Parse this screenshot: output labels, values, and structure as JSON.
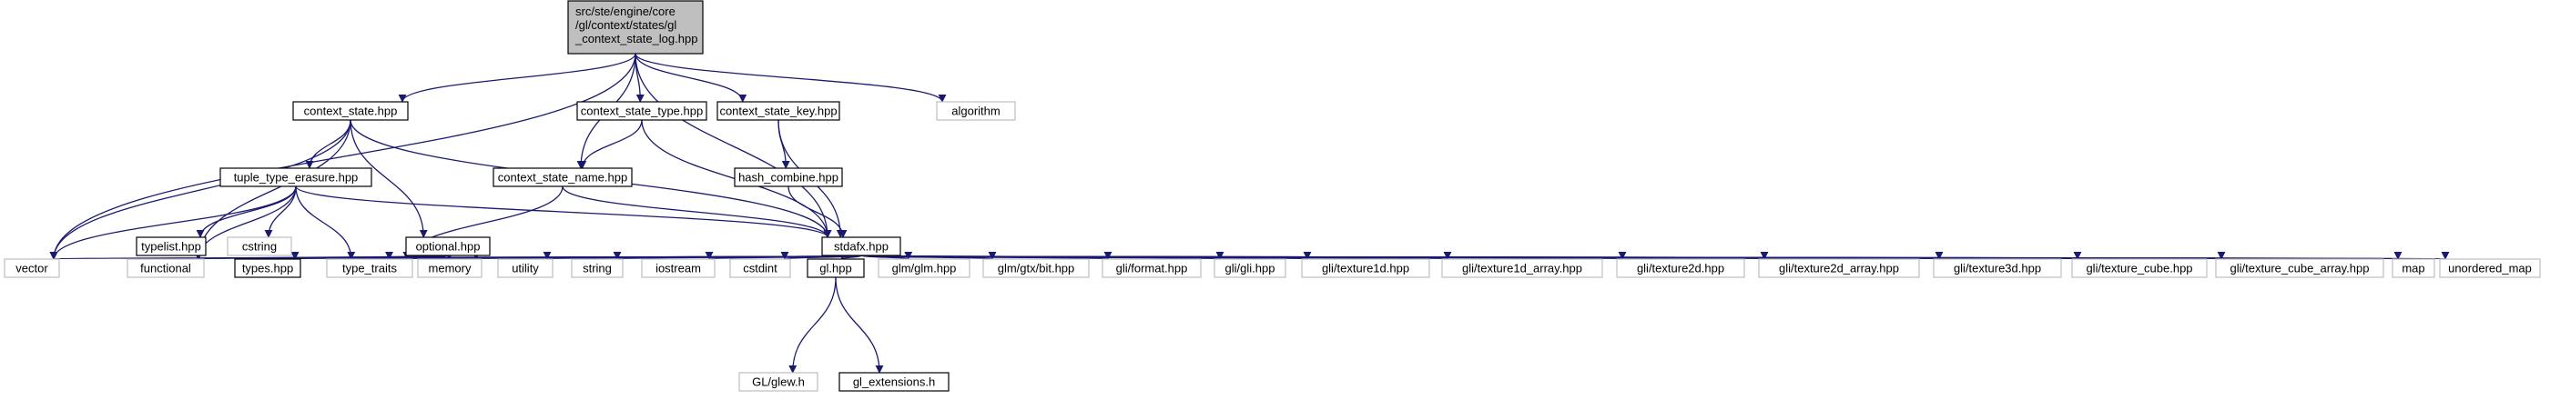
{
  "colors": {
    "edge": "#191970",
    "documented_border": "#000000",
    "undocumented_border": "#bfbfbf",
    "root_fill": "#bfbfbf",
    "node_fill": "#ffffff",
    "text": "#000000"
  },
  "graph": {
    "root": {
      "id": "root",
      "label_lines": [
        "src/ste/engine/core",
        "/gl/context/states/gl",
        "_context_state_log.hpp"
      ]
    },
    "nodes": [
      {
        "id": "context_state",
        "label": "context_state.hpp",
        "documented": true
      },
      {
        "id": "context_state_type",
        "label": "context_state_type.hpp",
        "documented": true
      },
      {
        "id": "context_state_key",
        "label": "context_state_key.hpp",
        "documented": true
      },
      {
        "id": "algorithm",
        "label": "algorithm",
        "documented": false
      },
      {
        "id": "tuple_type_erasure",
        "label": "tuple_type_erasure.hpp",
        "documented": true
      },
      {
        "id": "context_state_name",
        "label": "context_state_name.hpp",
        "documented": true
      },
      {
        "id": "hash_combine",
        "label": "hash_combine.hpp",
        "documented": true
      },
      {
        "id": "typelist",
        "label": "typelist.hpp",
        "documented": true
      },
      {
        "id": "cstring",
        "label": "cstring",
        "documented": false
      },
      {
        "id": "optional",
        "label": "optional.hpp",
        "documented": true
      },
      {
        "id": "stdafx",
        "label": "stdafx.hpp",
        "documented": true
      },
      {
        "id": "vector",
        "label": "vector",
        "documented": false
      },
      {
        "id": "functional",
        "label": "functional",
        "documented": false
      },
      {
        "id": "types",
        "label": "types.hpp",
        "documented": true
      },
      {
        "id": "type_traits",
        "label": "type_traits",
        "documented": false
      },
      {
        "id": "memory",
        "label": "memory",
        "documented": false
      },
      {
        "id": "utility",
        "label": "utility",
        "documented": false
      },
      {
        "id": "string",
        "label": "string",
        "documented": false
      },
      {
        "id": "iostream",
        "label": "iostream",
        "documented": false
      },
      {
        "id": "cstdint",
        "label": "cstdint",
        "documented": false
      },
      {
        "id": "gl_hpp",
        "label": "gl.hpp",
        "documented": true
      },
      {
        "id": "glm_glm",
        "label": "glm/glm.hpp",
        "documented": false
      },
      {
        "id": "glm_gtx_bit",
        "label": "glm/gtx/bit.hpp",
        "documented": false
      },
      {
        "id": "gli_format",
        "label": "gli/format.hpp",
        "documented": false
      },
      {
        "id": "gli_gli",
        "label": "gli/gli.hpp",
        "documented": false
      },
      {
        "id": "gli_texture1d",
        "label": "gli/texture1d.hpp",
        "documented": false
      },
      {
        "id": "gli_texture1d_array",
        "label": "gli/texture1d_array.hpp",
        "documented": false
      },
      {
        "id": "gli_texture2d",
        "label": "gli/texture2d.hpp",
        "documented": false
      },
      {
        "id": "gli_texture2d_array",
        "label": "gli/texture2d_array.hpp",
        "documented": false
      },
      {
        "id": "gli_texture3d",
        "label": "gli/texture3d.hpp",
        "documented": false
      },
      {
        "id": "gli_texture_cube",
        "label": "gli/texture_cube.hpp",
        "documented": false
      },
      {
        "id": "gli_texture_cube_array",
        "label": "gli/texture_cube_array.hpp",
        "documented": false
      },
      {
        "id": "map",
        "label": "map",
        "documented": false
      },
      {
        "id": "unordered_map",
        "label": "unordered_map",
        "documented": false
      },
      {
        "id": "gl_glew",
        "label": "GL/glew.h",
        "documented": false
      },
      {
        "id": "gl_extensions",
        "label": "gl_extensions.h",
        "documented": true
      }
    ],
    "edges": [
      [
        "root",
        "context_state"
      ],
      [
        "root",
        "context_state_type"
      ],
      [
        "root",
        "context_state_key"
      ],
      [
        "root",
        "algorithm"
      ],
      [
        "root",
        "context_state_name"
      ],
      [
        "root",
        "stdafx"
      ],
      [
        "root",
        "vector"
      ],
      [
        "context_state",
        "tuple_type_erasure"
      ],
      [
        "context_state",
        "optional"
      ],
      [
        "context_state",
        "stdafx"
      ],
      [
        "context_state",
        "vector"
      ],
      [
        "context_state",
        "functional"
      ],
      [
        "context_state_type",
        "context_state_name"
      ],
      [
        "context_state_type",
        "stdafx"
      ],
      [
        "context_state_key",
        "hash_combine"
      ],
      [
        "context_state_key",
        "stdafx"
      ],
      [
        "tuple_type_erasure",
        "typelist"
      ],
      [
        "tuple_type_erasure",
        "cstring"
      ],
      [
        "tuple_type_erasure",
        "stdafx"
      ],
      [
        "tuple_type_erasure",
        "vector"
      ],
      [
        "tuple_type_erasure",
        "functional"
      ],
      [
        "tuple_type_erasure",
        "type_traits"
      ],
      [
        "context_state_name",
        "stdafx"
      ],
      [
        "context_state_name",
        "type_traits"
      ],
      [
        "hash_combine",
        "stdafx"
      ],
      [
        "optional",
        "functional"
      ],
      [
        "optional",
        "types"
      ],
      [
        "optional",
        "type_traits"
      ],
      [
        "optional",
        "memory"
      ],
      [
        "stdafx",
        "vector"
      ],
      [
        "stdafx",
        "functional"
      ],
      [
        "stdafx",
        "types"
      ],
      [
        "stdafx",
        "type_traits"
      ],
      [
        "stdafx",
        "memory"
      ],
      [
        "stdafx",
        "utility"
      ],
      [
        "stdafx",
        "string"
      ],
      [
        "stdafx",
        "iostream"
      ],
      [
        "stdafx",
        "cstdint"
      ],
      [
        "stdafx",
        "gl_hpp"
      ],
      [
        "stdafx",
        "glm_glm"
      ],
      [
        "stdafx",
        "glm_gtx_bit"
      ],
      [
        "stdafx",
        "gli_format"
      ],
      [
        "stdafx",
        "gli_gli"
      ],
      [
        "stdafx",
        "gli_texture1d"
      ],
      [
        "stdafx",
        "gli_texture1d_array"
      ],
      [
        "stdafx",
        "gli_texture2d"
      ],
      [
        "stdafx",
        "gli_texture2d_array"
      ],
      [
        "stdafx",
        "gli_texture3d"
      ],
      [
        "stdafx",
        "gli_texture_cube"
      ],
      [
        "stdafx",
        "gli_texture_cube_array"
      ],
      [
        "stdafx",
        "map"
      ],
      [
        "stdafx",
        "unordered_map"
      ],
      [
        "gl_hpp",
        "gl_glew"
      ],
      [
        "gl_hpp",
        "gl_extensions"
      ]
    ]
  }
}
